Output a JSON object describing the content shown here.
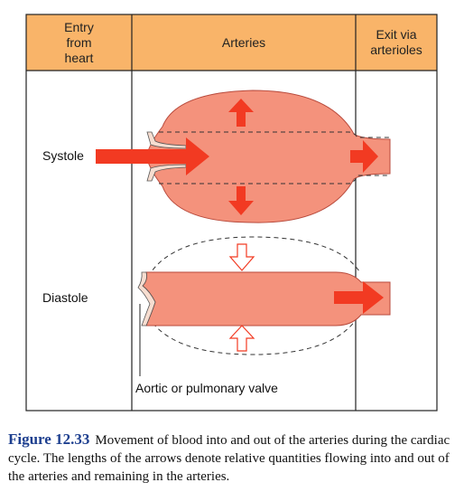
{
  "headers": {
    "entry": [
      "Entry",
      "from",
      "heart"
    ],
    "arteries": "Arteries",
    "exit": [
      "Exit via",
      "arterioles"
    ]
  },
  "rows": {
    "systole": "Systole",
    "diastole": "Diastole"
  },
  "valve_label": "Aortic or pulmonary valve",
  "caption": {
    "number": "Figure 12.33",
    "text": "Movement of blood into and out of the arteries during the cardiac cycle. The lengths of the arrows denote relative quantities flowing into and out of the arteries and remaining in the arteries."
  },
  "colors": {
    "header_fill": "#f9b469",
    "vessel_fill": "#f4927c",
    "arrow_red": "#f23a22",
    "valve_fill": "#f7ddd0",
    "border": "#222222"
  }
}
